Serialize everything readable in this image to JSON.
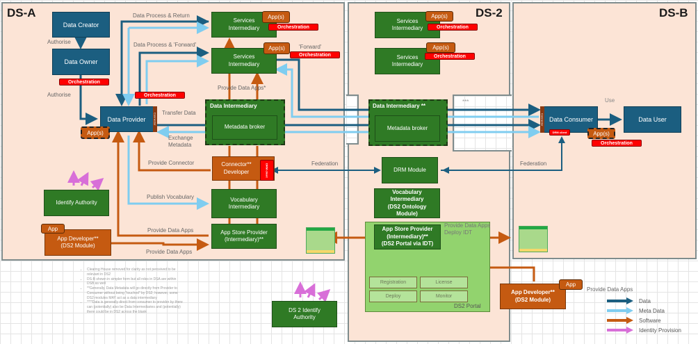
{
  "zones": {
    "ds_a": "DS-A",
    "ds_2": "DS-2",
    "ds_b": "DS-B"
  },
  "ds_a": {
    "data_creator": "Data Creator",
    "data_owner": "Data Owner",
    "data_provider": "Data Provider",
    "identify_authority": "Identify Authority",
    "app_developer": "App Developer**\n(DS2 Module)",
    "app_tag": "App",
    "apps_tag": "App(s)",
    "orchestration": "Orchestration",
    "services_intermediary": "Services\nIntermediary",
    "data_intermediary": "Data Intermediary",
    "metadata_broker": "Metadata broker",
    "connector_developer": "Connector**\nDeveloper",
    "drm_client": "DRM client",
    "vocabulary_intermediary": "Vocabulary\nIntermediary",
    "app_store_provider": "App Store Provider\n(Intermediary)**",
    "connector": "Connector"
  },
  "ds_2": {
    "services_intermediary": "Services\nIntermediary",
    "apps_tag": "App(s)",
    "orchestration": "Orchestration",
    "data_intermediary": "Data Intermediary **",
    "metadata_broker": "Metadata broker",
    "drm_module": "DRM Module",
    "vocabulary_intermediary": "Vocabulary\nIntermediary\n(DS2 Ontology\nModule)",
    "app_store_provider": "App Store Provider\n(Intermediary)**\n(DS2 Portal via IDT)",
    "portal_buttons": [
      "Registration",
      "License",
      "Deploy",
      "Monitor"
    ],
    "portal_label": "DS2 Portal",
    "ellipsis": "***"
  },
  "ds_b": {
    "data_consumer": "Data Consumer",
    "data_user": "Data User",
    "drm_client": "DRM client",
    "apps_tag": "App(s)",
    "orchestration": "Orchestration",
    "connector": "Connector"
  },
  "external": {
    "ds2_identity_authority": "DS 2 Identify\nAuthority",
    "app_developer": "App Developer**\n(DS2 Module)",
    "app_tag": "App"
  },
  "labels": {
    "data_process_return": "Data Process & Return",
    "data_process_forward": "Data Process & 'Forward'",
    "forward": "'Forward'",
    "authorise_1": "Authorise",
    "authorise_2": "Authorise",
    "provide_data_apps_star": "Provide Data Apps*",
    "transfer_data": "Transfer Data",
    "exchange_metadata": "Exchange\nMetadata",
    "provide_connector": "Provide Connector",
    "federation_left": "Federation",
    "federation_right": "Federation",
    "publish_vocabulary": "Publish Vocabulary",
    "provide_data_apps_1": "Provide Data Apps",
    "provide_data_apps_2": "Provide Data Apps",
    "provide_data_apps_deploy": "Provide Data Apps\nDeploy IDT",
    "provide_data_apps_ext": "Provide Data Apps",
    "use": "Use"
  },
  "legend": [
    {
      "label": "Data",
      "color": "#1b5e80"
    },
    {
      "label": "Meta Data",
      "color": "#7fcdf0"
    },
    {
      "label": "Software",
      "color": "#c55a11"
    },
    {
      "label": "Identity Provision",
      "color": "#d86fd8"
    }
  ],
  "notes": [
    "Clearing House removed for clarity as not perceived to be relevant in DS2",
    "DS-B shown in simpler form but all roles in DSA are within DSB as well",
    "**Generally, Data Metadata will go directly from Provider to Consumer without being \"touched\" by DS2; however, some DS2 modules MAY act as a data intermediary",
    "****Data is generally direct from consumer to provider by there can (potentially) also be Data Intermediaries and (potentially) there could be in DS2 across the blank"
  ]
}
